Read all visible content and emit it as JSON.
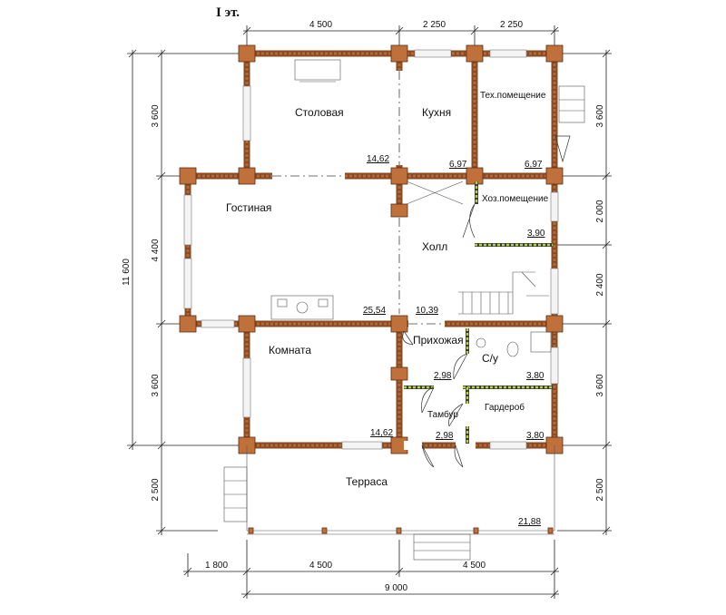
{
  "title": "I эт.",
  "rooms": {
    "dining": {
      "name": "Столовая",
      "area": "14,62"
    },
    "kitchen": {
      "name": "Кухня",
      "area": "6,97"
    },
    "tech": {
      "name": "Тех.помещение",
      "area": "6,97"
    },
    "utility": {
      "name": "Хоз.помещение",
      "area": "3,90"
    },
    "living": {
      "name": "Гостиная",
      "area": "25,54"
    },
    "hall": {
      "name": "Холл",
      "area": "10,39"
    },
    "entry": {
      "name": "Прихожая",
      "area": "2,98"
    },
    "wc": {
      "name": "С/у",
      "area": "3,80"
    },
    "room": {
      "name": "Комната",
      "area": "14,62"
    },
    "vestibule": {
      "name": "Тамбур",
      "area": "2,98"
    },
    "wardrobe": {
      "name": "Гардероб",
      "area": "3,80"
    },
    "terrace": {
      "name": "Терраса",
      "area": "21,88"
    }
  },
  "dimensions": {
    "top": [
      "4 500",
      "2 250",
      "2 250"
    ],
    "bottom_row1": [
      "1 800",
      "4 500",
      "4 500"
    ],
    "bottom_total": "9 000",
    "left_total": "11 600",
    "left": [
      "3 600",
      "4 400",
      "3 600",
      "2 500"
    ],
    "right": [
      "3 600",
      "2 000",
      "2 400",
      "3 600",
      "2 500"
    ]
  }
}
